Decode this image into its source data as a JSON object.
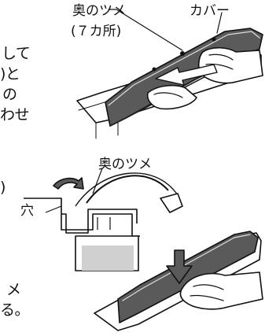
{
  "left_text": {
    "line1": "して",
    "line2": ")と",
    "line3": "の",
    "line4": "わせ",
    "line5": ")",
    "line6": "メ",
    "line7": "る。"
  },
  "labels": {
    "inner_claw_top": "奥のツメ",
    "seven_places": "(７カ所)",
    "cover": "カバー",
    "inner_claw_middle": "奥のツメ",
    "hole": "穴"
  }
}
